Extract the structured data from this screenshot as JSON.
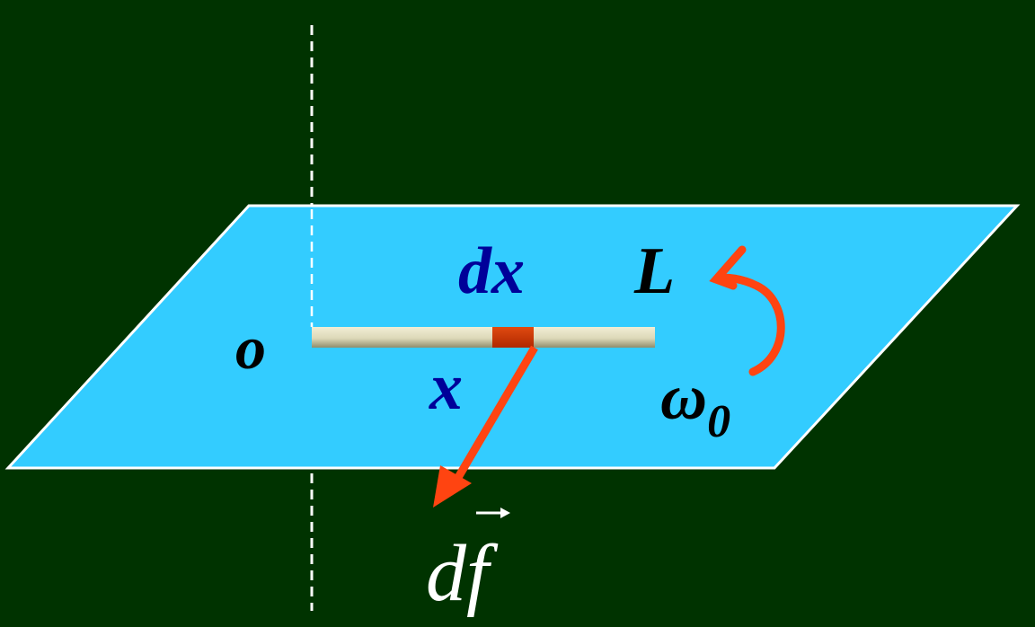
{
  "colors": {
    "background": "#003300",
    "plane_fill": "#33CCFF",
    "plane_edge": "#FFFFFF",
    "rod_light": "#F2EED5",
    "rod_dark": "#9C9A78",
    "segment": "#CC3300",
    "arrow": "#FF4411",
    "axis": "#FFFFFF",
    "label_blue": "#000099",
    "label_black": "#000000",
    "label_white": "#FFFFFF"
  },
  "labels": {
    "origin": "o",
    "element": "dx",
    "rod_length": "L",
    "position": "x",
    "omega": "ω",
    "omega_sub": "0",
    "force_main": "df"
  },
  "icons": {
    "rotation_arrow": "curved-arrow-icon",
    "force_arrow": "arrow-down-left-icon",
    "vector_marker": "vector-arrow-icon"
  }
}
